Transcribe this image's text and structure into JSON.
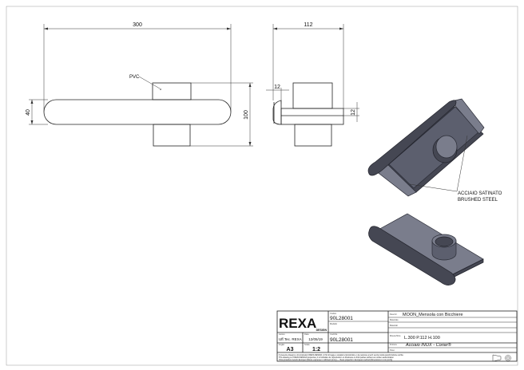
{
  "drawing": {
    "front_view": {
      "dim_length": "300",
      "dim_height": "100",
      "dim_bar": "40",
      "callout": "PVC"
    },
    "side_view": {
      "dim_depth": "112",
      "dim_plate_face": "12",
      "dim_plate_thickness": "12"
    },
    "iso_view": {
      "callout_line1": "ACCIAIO SATINATO",
      "callout_line2": "BRUSHED STEEL"
    }
  },
  "title_block": {
    "logo": "REXA",
    "logo_sub": "DESIGN",
    "code_label": "Codice",
    "code": "90L28001",
    "model_label": "Modello",
    "model": "",
    "author_label": "Autore",
    "author": "Uff.Tec. REXA",
    "date_label": "Data",
    "date": "12/05/19",
    "drawing_code_label": "Cod.Dis.",
    "drawing_code": "90L28001",
    "sheet_label": "Foglio",
    "sheet": "A3",
    "scale_label": "Scala",
    "scale": "1:2",
    "description_label": "Descriz.",
    "description": "MOON_Mensola con Bicchiere",
    "material_label": "Materiale",
    "material2_label": "Materiali",
    "size_label": "Misure/Size",
    "size": "L.300 P.112 H.100",
    "finish_label": "Finitura",
    "finish": "Acciaio INOX - Coriar®",
    "weight_label": "Peso",
    "notes": [
      "Il presente disegno è di proprietà di REXA DESIGN. Ai fini di legge è vietata la riproduzione o la cessione a terzi senza nostra autorizzazione scritta",
      "This drawing is of REXA DESIGN properties, it is forbidden its reproduction or disclosure to third parties without our written authorization",
      "Vista proiettiva metodo Europeo (Misure espresse in millimetri [mm])   —   Views projection: European method (Dimensions in mm [inch])"
    ]
  }
}
